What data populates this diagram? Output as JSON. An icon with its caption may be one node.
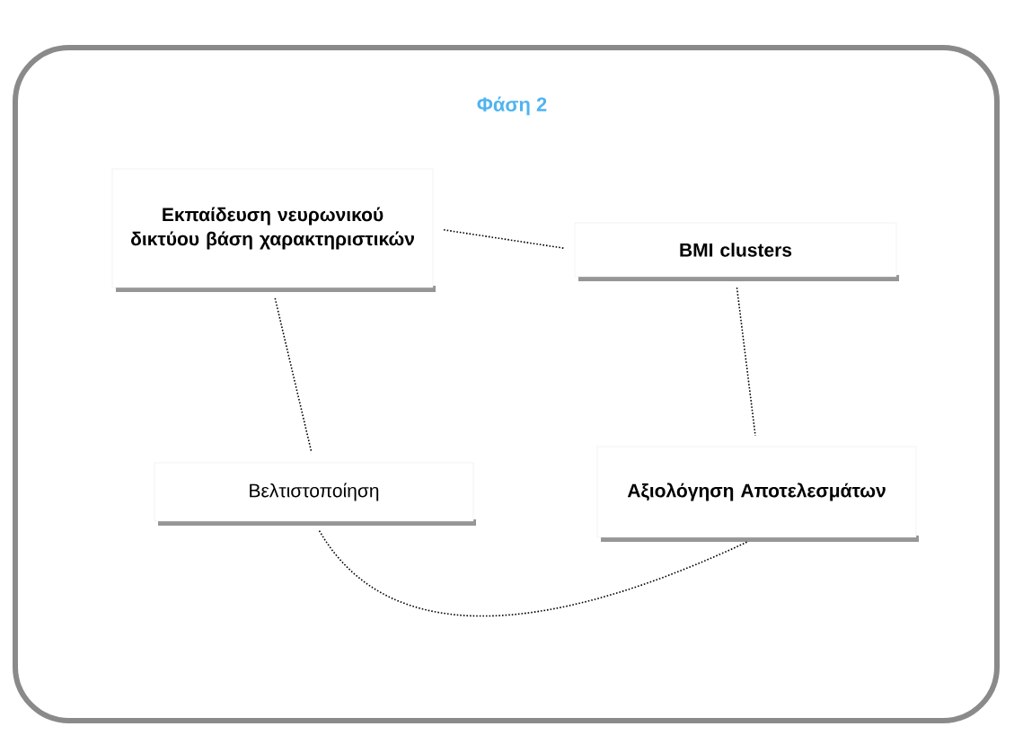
{
  "diagram": {
    "title": "Φάση 2",
    "nodes": [
      {
        "text": [
          "Εκπαίδευση νευρωνικού δικτύου βάση χαρακτηριστικών"
        ]
      },
      {
        "text": [
          "BMI clusters"
        ]
      },
      {
        "text": [
          "Βελτιστοποίηση"
        ]
      },
      {
        "text": [
          "Αξιολόγηση Αποτελεσμάτων"
        ]
      }
    ],
    "edges": [
      {
        "from": 0,
        "to": 1,
        "arrow": "none"
      },
      {
        "from": 0,
        "to": 2,
        "arrow": "none"
      },
      {
        "from": 1,
        "to": 3,
        "arrow": "none"
      },
      {
        "from": 2,
        "to": 3,
        "arrow": "none"
      }
    ]
  }
}
